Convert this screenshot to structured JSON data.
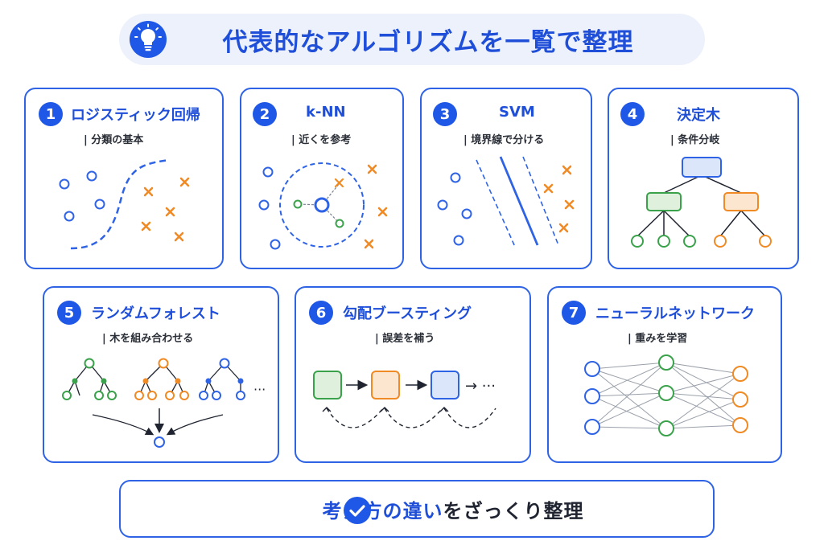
{
  "header": {
    "title": "代表的なアルゴリズムを一覧で整理",
    "icon": "lightbulb-icon"
  },
  "cards": [
    {
      "num": "1",
      "title": "ロジスティック回帰",
      "subtitle": "| 分類の基本"
    },
    {
      "num": "2",
      "title": "k-NN",
      "subtitle": "| 近くを参考"
    },
    {
      "num": "3",
      "title": "SVM",
      "subtitle": "| 境界線で分ける"
    },
    {
      "num": "4",
      "title": "決定木",
      "subtitle": "| 条件分岐"
    },
    {
      "num": "5",
      "title": "ランダムフォレスト",
      "subtitle": "| 木を組み合わせる"
    },
    {
      "num": "6",
      "title": "勾配ブースティング",
      "subtitle": "| 誤差を補う"
    },
    {
      "num": "7",
      "title": "ニューラルネットワーク",
      "subtitle": "| 重みを学習"
    }
  ],
  "boosting_ellipsis": "→ ···",
  "forest_ellipsis": "···",
  "footer": {
    "highlight": "考え方の違い",
    "rest": "をざっくり整理",
    "icon": "check-circle-icon"
  },
  "colors": {
    "blue": "#2f63e6",
    "orange": "#f08a24",
    "green": "#3aa24a",
    "dark_blue": "#1f4fd8",
    "header_bg": "#edf1fb"
  }
}
